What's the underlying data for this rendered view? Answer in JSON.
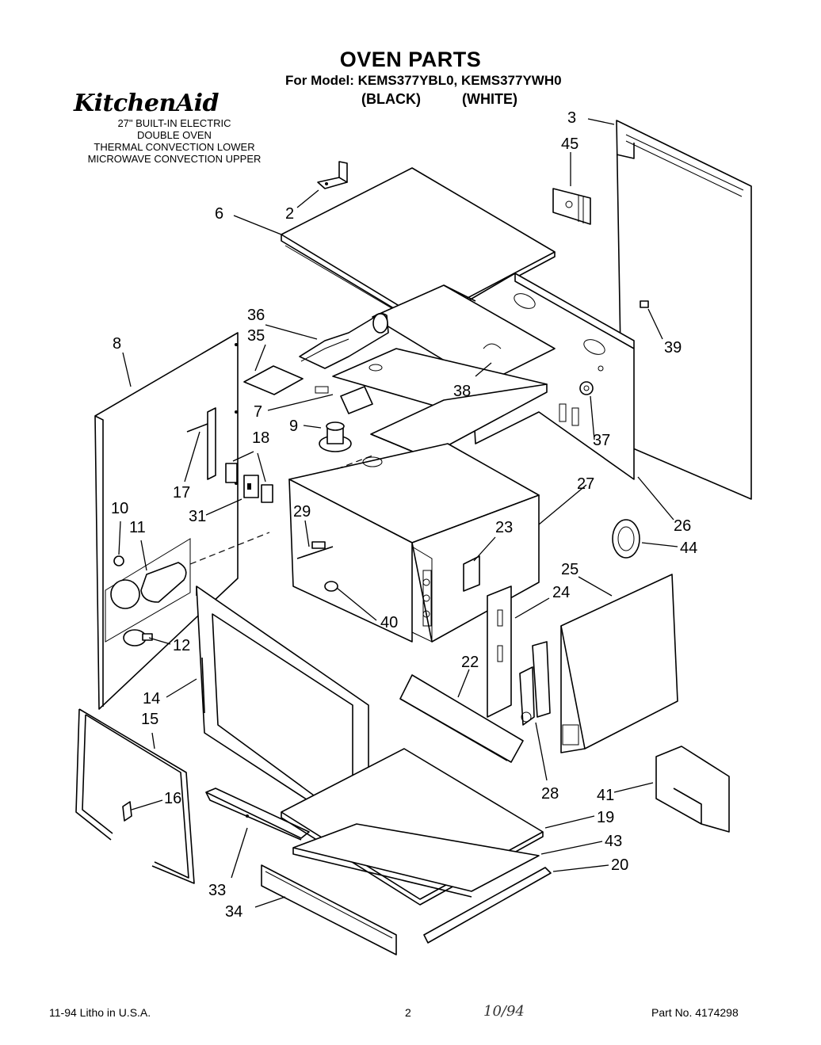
{
  "header": {
    "title": "OVEN PARTS",
    "model_line": "For Model: KEMS377YBL0, KEMS377YWH0",
    "variant_black": "(BLACK)",
    "variant_white": "(WHITE)"
  },
  "brand": {
    "logo_text": "KitchenAid",
    "description": [
      "27\" BUILT-IN ELECTRIC",
      "DOUBLE OVEN",
      "THERMAL CONVECTION LOWER",
      "MICROWAVE CONVECTION UPPER"
    ]
  },
  "callouts": {
    "c2": "2",
    "c3": "3",
    "c6": "6",
    "c7": "7",
    "c8": "8",
    "c9": "9",
    "c10": "10",
    "c11": "11",
    "c12": "12",
    "c14": "14",
    "c15": "15",
    "c16": "16",
    "c17": "17",
    "c18": "18",
    "c19": "19",
    "c20": "20",
    "c22": "22",
    "c23": "23",
    "c24": "24",
    "c25": "25",
    "c26": "26",
    "c27": "27",
    "c28": "28",
    "c29": "29",
    "c31": "31",
    "c33": "33",
    "c34": "34",
    "c35": "35",
    "c36": "36",
    "c37": "37",
    "c38": "38",
    "c39": "39",
    "c40": "40",
    "c41": "41",
    "c43": "43",
    "c44": "44",
    "c45": "45"
  },
  "footer": {
    "litho": "11-94  Litho in U.S.A.",
    "page_number": "2",
    "handwritten": "10/94",
    "part_number": "Part No. 4174298"
  }
}
